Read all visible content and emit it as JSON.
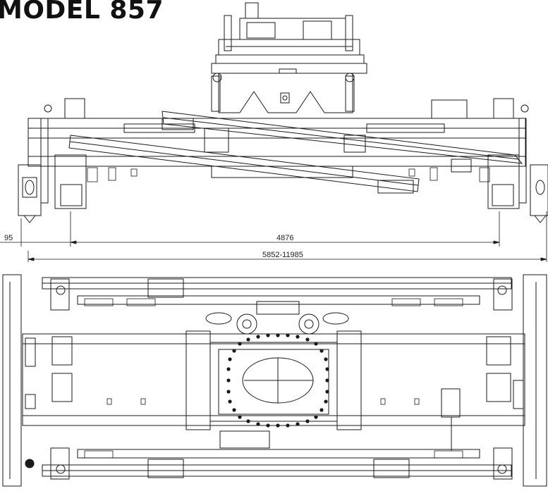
{
  "title": "MODEL 857",
  "dimensions": {
    "left_offset": "95",
    "inner_width": "4876",
    "overall_width": "5852-11985"
  },
  "colors": {
    "ink": "#1a1a1a",
    "background": "#ffffff"
  }
}
